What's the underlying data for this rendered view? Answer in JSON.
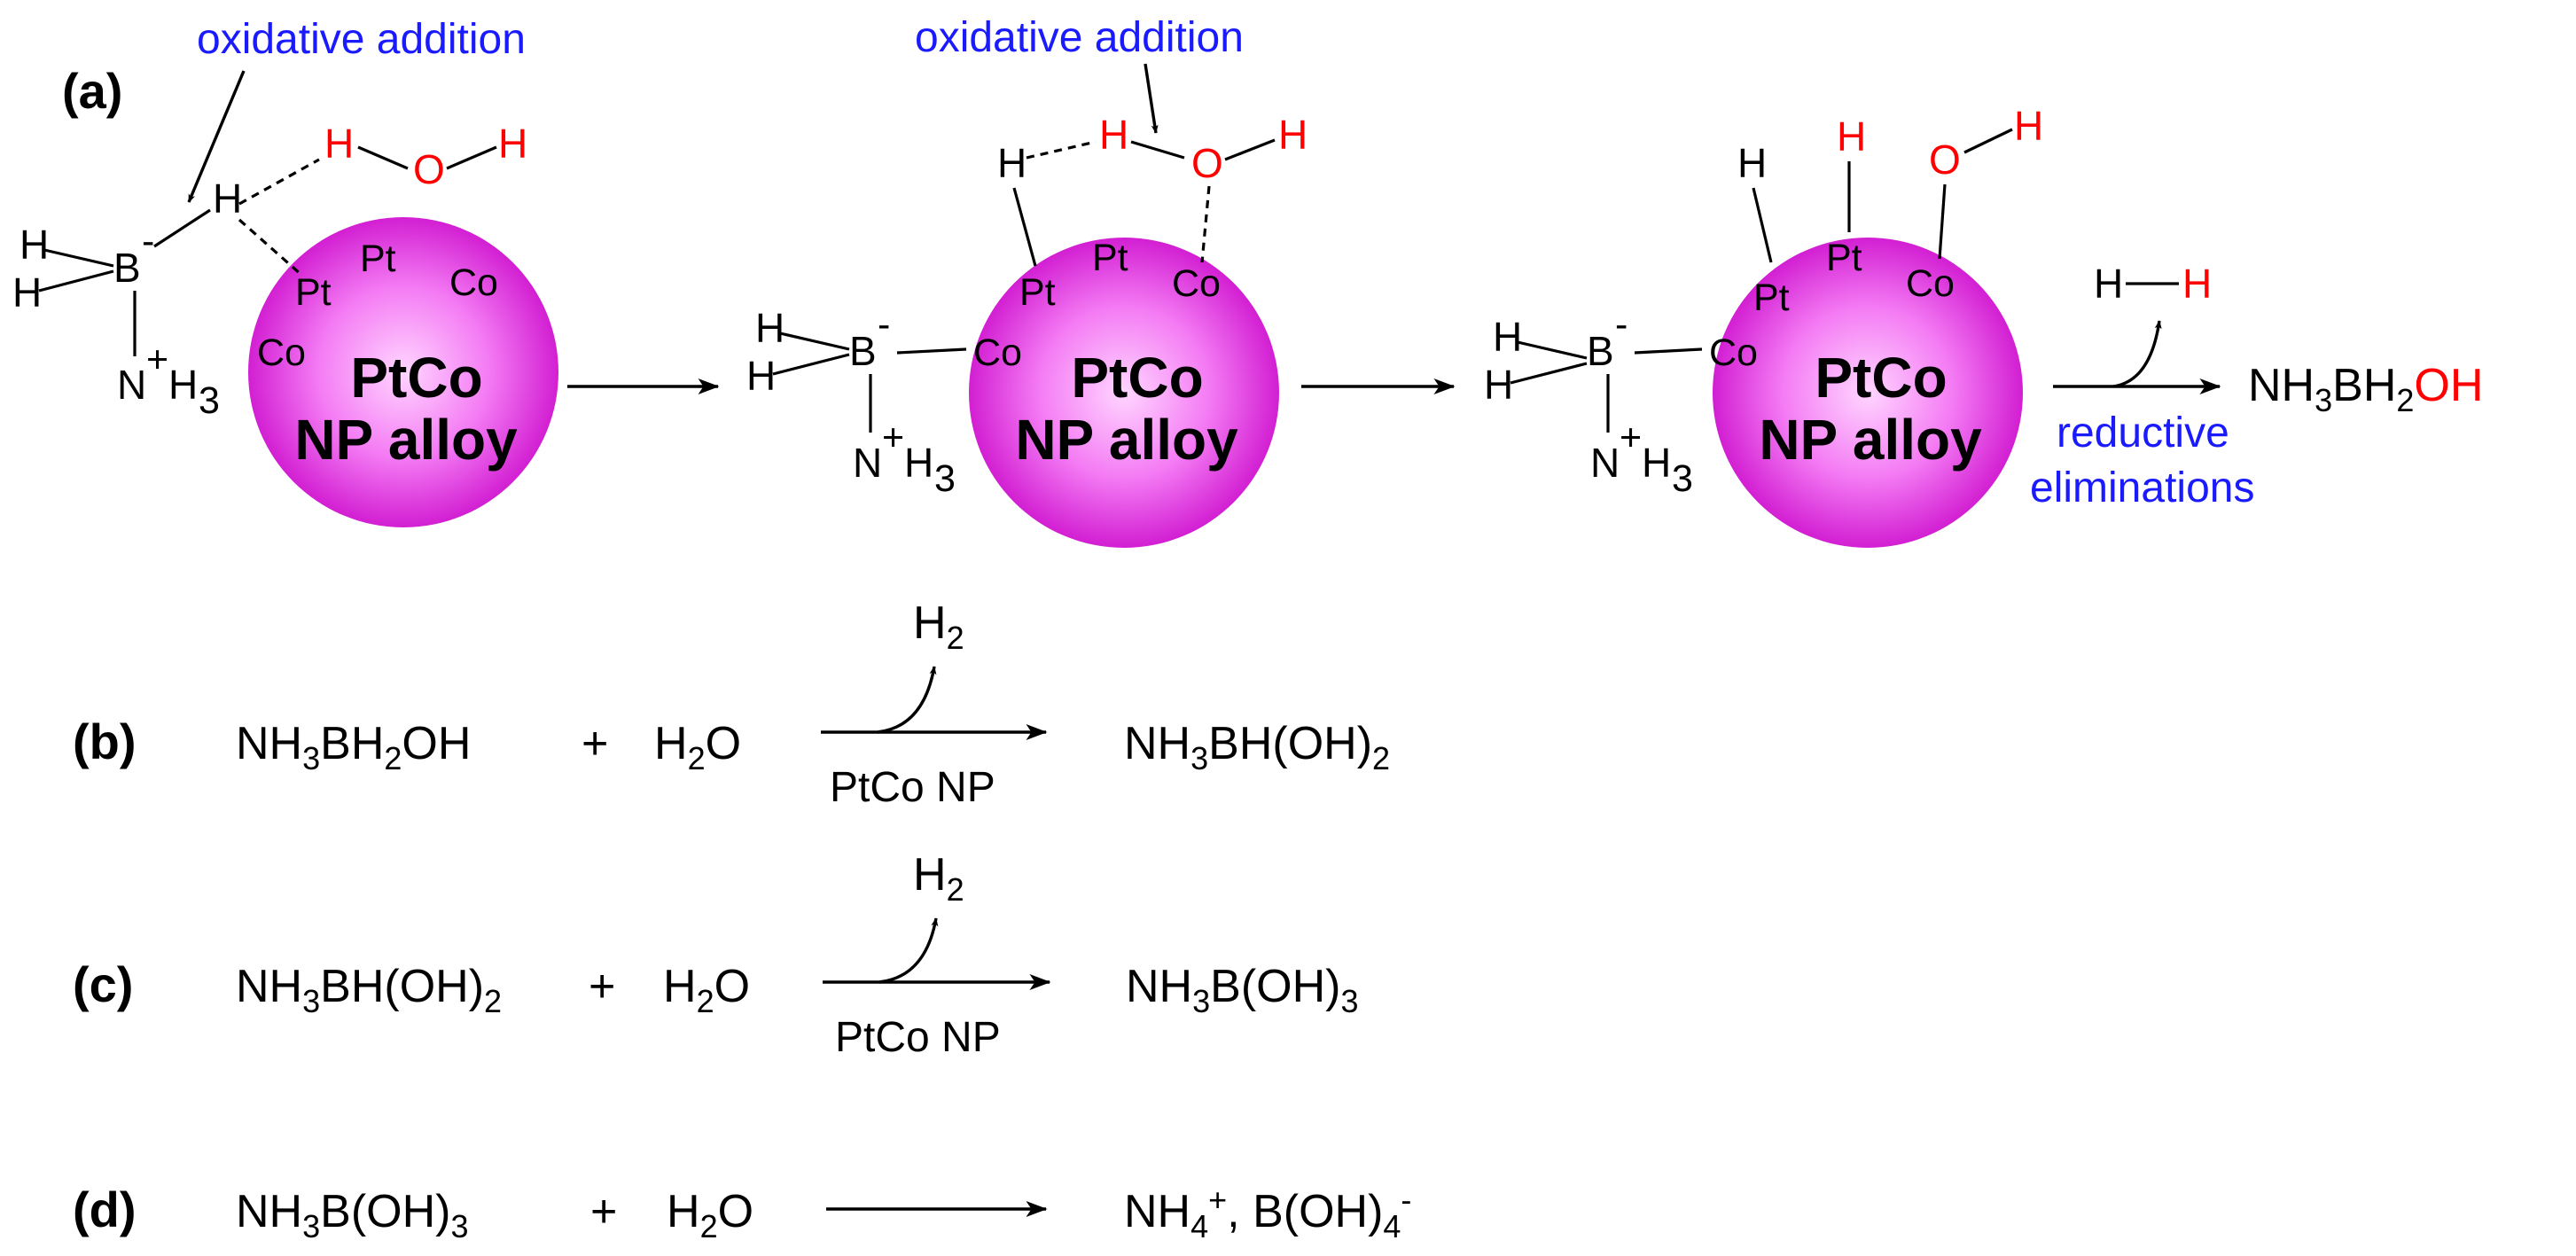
{
  "panels": {
    "a": "(a)",
    "b": "(b)",
    "c": "(c)",
    "d": "(d)"
  },
  "labels": {
    "oxidative_addition": "oxidative addition",
    "reductive": "reductive",
    "eliminations": "eliminations",
    "nanoparticle_line1": "PtCo",
    "nanoparticle_line2": "NP alloy",
    "catalyst": "PtCo NP"
  },
  "atoms": {
    "H": "H",
    "O": "O",
    "B": "B",
    "N": "N",
    "Pt": "Pt",
    "Co": "Co",
    "minus": "-",
    "plus": "+",
    "three": "3",
    "two": "2"
  },
  "product_a": {
    "main": "NH",
    "sub3": "3",
    "mid": "BH",
    "sub2": "2",
    "oh": "OH"
  },
  "equation_b": {
    "r1_a": "NH",
    "r1_s1": "3",
    "r1_b": "BH",
    "r1_s2": "2",
    "r1_c": "OH",
    "plus": "+",
    "r2_a": "H",
    "r2_s": "2",
    "r2_b": "O",
    "gas_a": "H",
    "gas_s": "2",
    "p_a": "NH",
    "p_s1": "3",
    "p_b": "BH(OH)",
    "p_s2": "2"
  },
  "equation_c": {
    "r1_a": "NH",
    "r1_s1": "3",
    "r1_b": "BH(OH)",
    "r1_s2": "2",
    "plus": "+",
    "r2_a": "H",
    "r2_s": "2",
    "r2_b": "O",
    "gas_a": "H",
    "gas_s": "2",
    "p_a": "NH",
    "p_s1": "3",
    "p_b": "B(OH)",
    "p_s2": "3"
  },
  "equation_d": {
    "r1_a": "NH",
    "r1_s1": "3",
    "r1_b": "B(OH)",
    "r1_s2": "3",
    "plus": "+",
    "r2_a": "H",
    "r2_s": "2",
    "r2_b": "O",
    "p_a": "NH",
    "p_s1": "4",
    "p_sup1": "+",
    "p_b": ", B(OH)",
    "p_s2": "4",
    "p_sup2": "-"
  },
  "colors": {
    "sphere_center": "#ffd6ff",
    "sphere_edge": "#d21fd2",
    "annotation": "#1a1aff",
    "highlight": "#ff0000"
  }
}
